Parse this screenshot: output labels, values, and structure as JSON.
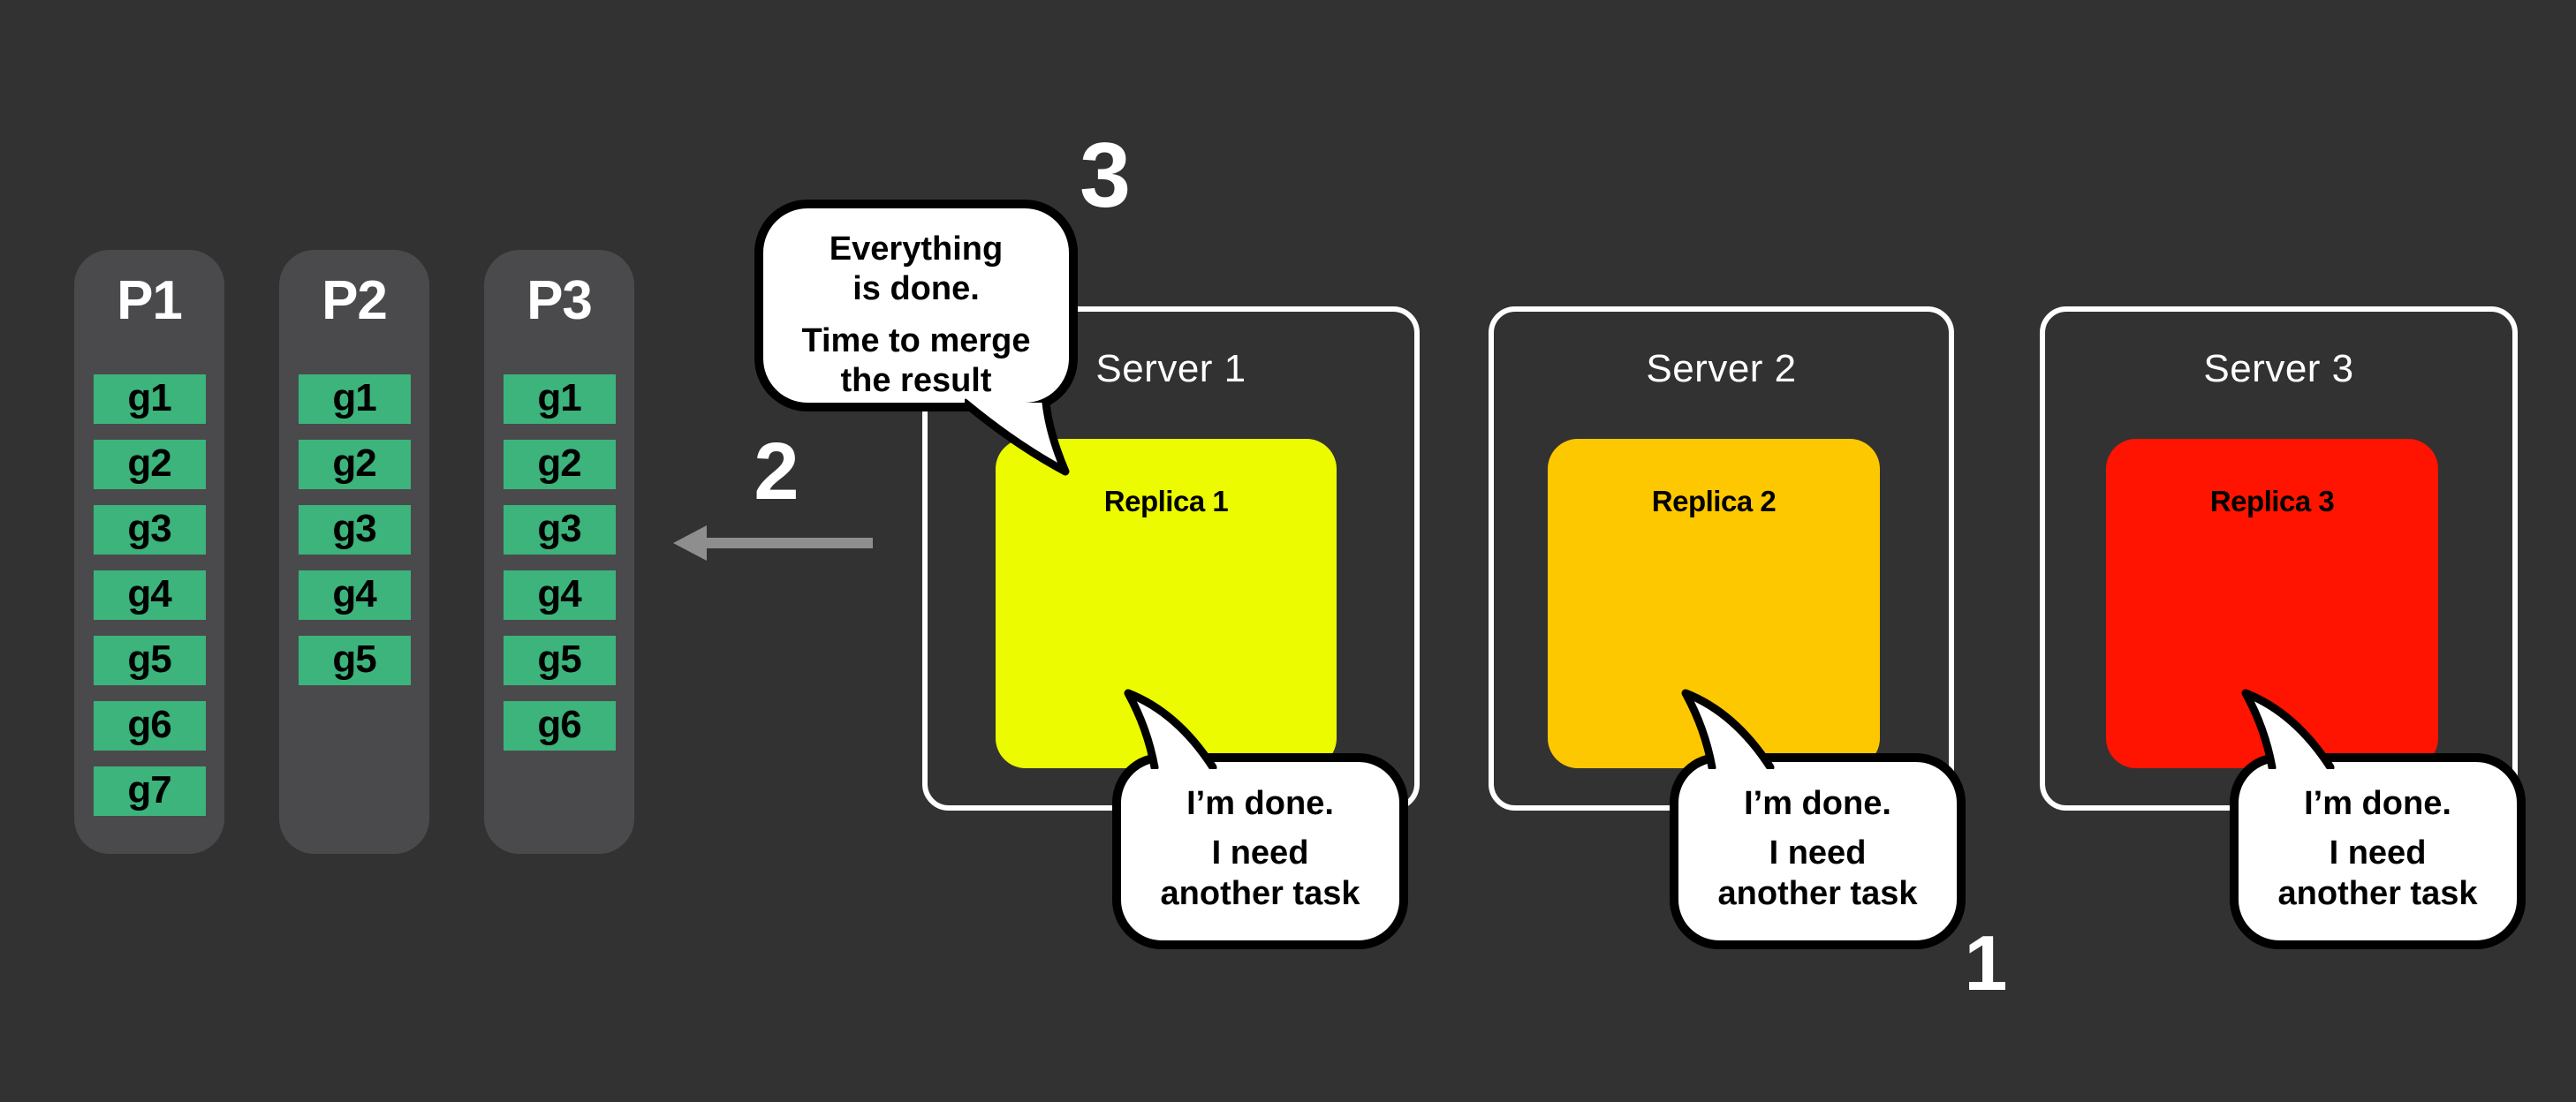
{
  "colors": {
    "background": "#323233",
    "partition_bg": "#4a4a4d",
    "block_green": "#3cb47c",
    "replica_yellow": "#ecfb00",
    "replica_orange": "#fec800",
    "replica_red": "#fe1400",
    "bubble_bg": "#ffffff",
    "bubble_border": "#000000",
    "server_border": "#ffffff",
    "arrow_gray": "#8e8e8e",
    "text_light": "#ffffff",
    "text_dark": "#000000"
  },
  "partitions": [
    {
      "label": "P1",
      "blocks": [
        "g1",
        "g2",
        "g3",
        "g4",
        "g5",
        "g6",
        "g7"
      ]
    },
    {
      "label": "P2",
      "blocks": [
        "g1",
        "g2",
        "g3",
        "g4",
        "g5"
      ]
    },
    {
      "label": "P3",
      "blocks": [
        "g1",
        "g2",
        "g3",
        "g4",
        "g5",
        "g6"
      ]
    }
  ],
  "servers": [
    {
      "title": "Server 1",
      "replica_label": "Replica 1"
    },
    {
      "title": "Server 2",
      "replica_label": "Replica 2"
    },
    {
      "title": "Server 3",
      "replica_label": "Replica 3"
    }
  ],
  "callout": {
    "line1": "Everything",
    "line2": "is done.",
    "line3": "Time to merge",
    "line4": "the result"
  },
  "worker_bubble": {
    "line1": "I’m done.",
    "line2": "I need",
    "line3": "another task"
  },
  "step_labels": {
    "step1": "1",
    "step2": "2",
    "step3": "3"
  }
}
